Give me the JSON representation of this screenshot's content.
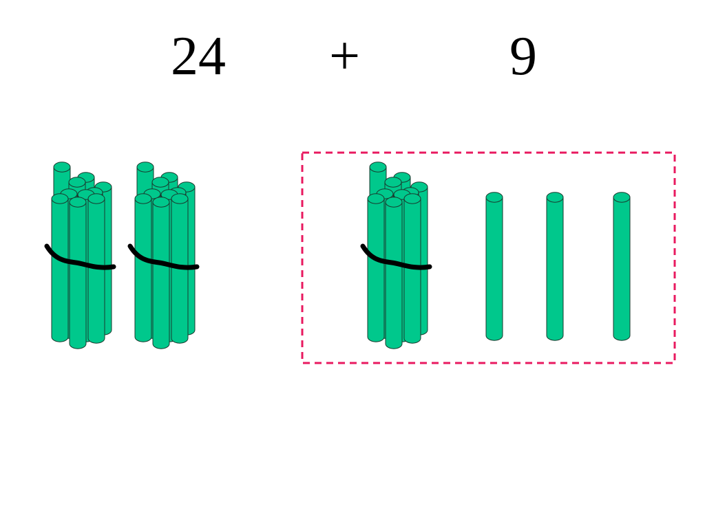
{
  "equation": {
    "left_operand": "24",
    "operator": "+",
    "right_operand": "9"
  },
  "manipulatives": {
    "left_group": {
      "bundles_of_ten": 2,
      "single_sticks": 0
    },
    "right_group": {
      "bundles_of_ten": 1,
      "single_sticks": 3,
      "highlighted": true
    }
  },
  "colors": {
    "stick": "#00c88c",
    "stick_outline": "#1a3a2e",
    "band": "#000000",
    "highlight_border": "#e8195f",
    "background": "#ffffff"
  }
}
